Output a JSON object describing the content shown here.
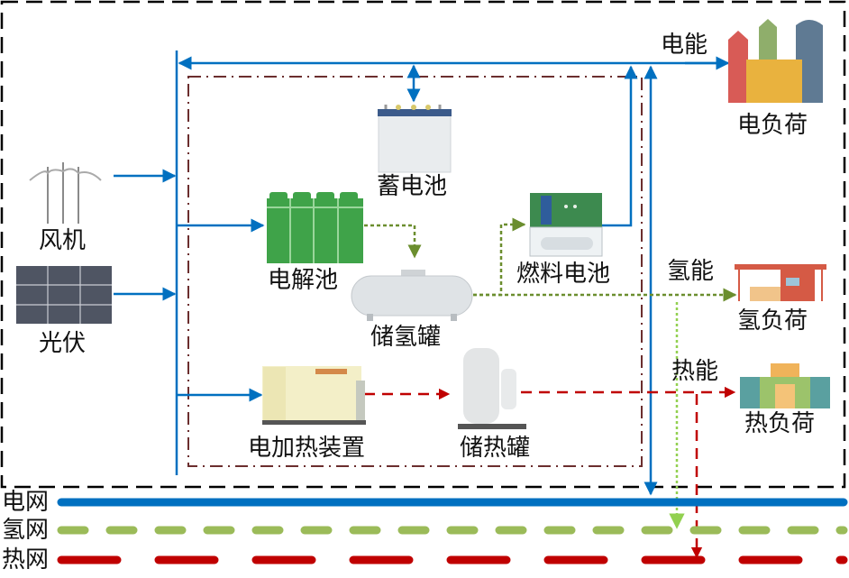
{
  "title": "综合能源系统结构图",
  "colors": {
    "electric": "#0070c0",
    "hydrogen_internal": "#6b8e2e",
    "hydrogen_grid": "#9bbb59",
    "hydrogen_drop": "#92d050",
    "heat": "#c00000",
    "system_boundary": "#000000",
    "storage_boundary": "#6b2e2e"
  },
  "sources": {
    "wind": {
      "label": "风机",
      "icon": "wind-turbine-icon"
    },
    "pv": {
      "label": "光伏",
      "icon": "solar-panel-icon"
    }
  },
  "devices": {
    "battery": {
      "label": "蓄电池",
      "icon": "battery-icon"
    },
    "electrolyzer": {
      "label": "电解池",
      "icon": "electrolyzer-icon"
    },
    "h2_tank": {
      "label": "储氢罐",
      "icon": "hydrogen-tank-icon"
    },
    "fuel_cell": {
      "label": "燃料电池",
      "icon": "fuel-cell-icon"
    },
    "heater": {
      "label": "电加热装置",
      "icon": "electric-heater-icon"
    },
    "heat_tank": {
      "label": "储热罐",
      "icon": "heat-storage-tank-icon"
    }
  },
  "energy_labels": {
    "electric": "电能",
    "hydrogen": "氢能",
    "heat": "热能"
  },
  "loads": {
    "electric": {
      "label": "电负荷",
      "icon": "city-buildings-icon"
    },
    "hydrogen": {
      "label": "氢负荷",
      "icon": "hydrogen-station-icon"
    },
    "heat": {
      "label": "热负荷",
      "icon": "heated-building-icon"
    }
  },
  "grids": {
    "electric": {
      "label": "电网",
      "style": "solid"
    },
    "hydrogen": {
      "label": "氢网",
      "style": "dashed"
    },
    "heat": {
      "label": "热网",
      "style": "long-dashed"
    }
  }
}
